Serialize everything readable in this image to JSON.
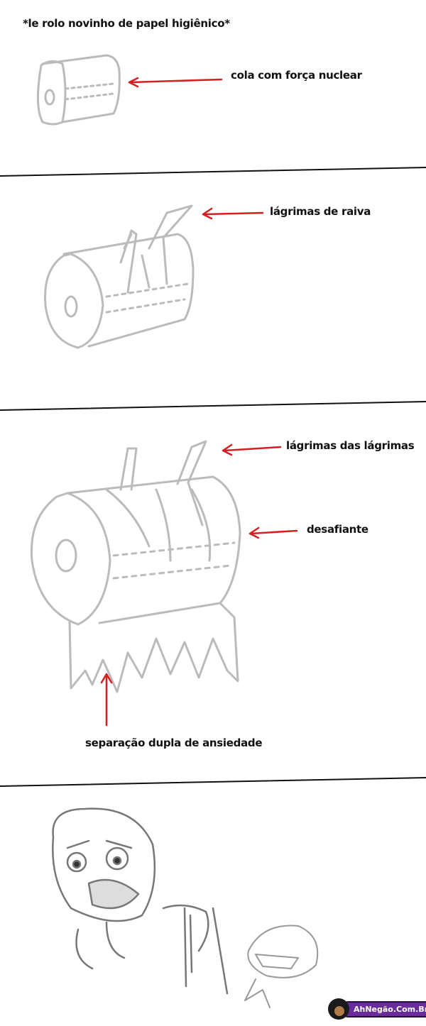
{
  "panels": [
    {
      "caption": "*le rolo novinho de papel higiênico*",
      "labels": [
        "cola com força nuclear"
      ]
    },
    {
      "labels": [
        "lágrimas de raiva"
      ]
    },
    {
      "labels": [
        "lágrimas das lágrimas",
        "desafiante",
        "separação dupla de ansiedade"
      ]
    },
    {
      "labels": []
    }
  ],
  "watermark": "AhNegão.Com.Br",
  "colors": {
    "arrow": "#d42020",
    "sketch": "#b8b8b8",
    "divider": "#111111"
  }
}
